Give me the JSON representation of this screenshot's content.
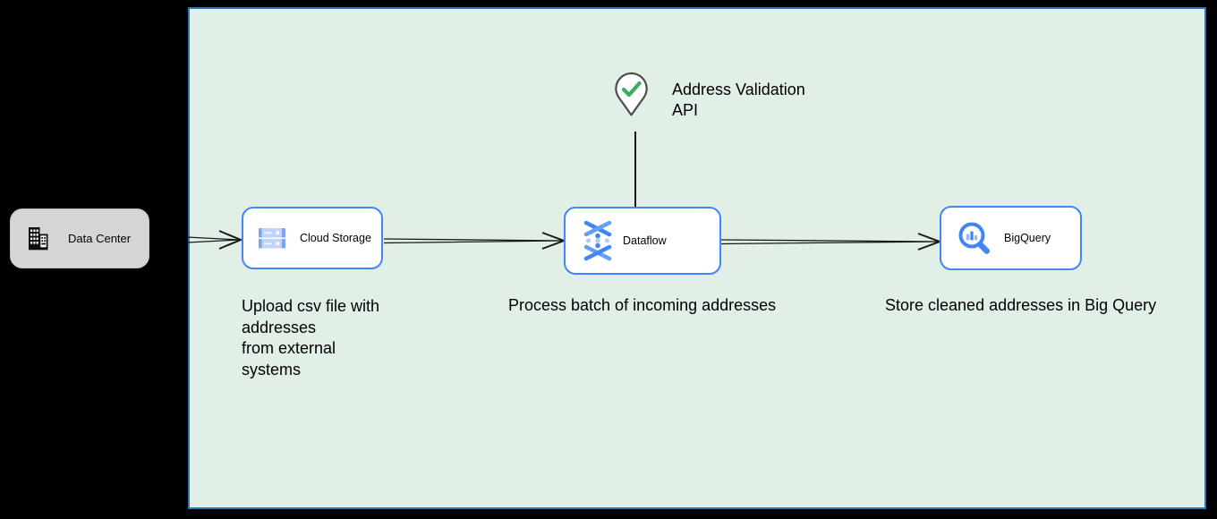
{
  "diagram": {
    "external_node": {
      "label": "Data Center",
      "icon": "building-icon"
    },
    "nodes": [
      {
        "label": "Cloud Storage",
        "icon": "cloud-storage-icon",
        "description": "Upload csv file with\naddresses\nfrom external\nsystems"
      },
      {
        "label": "Dataflow",
        "icon": "dataflow-icon",
        "description": "Process batch of incoming addresses"
      },
      {
        "label": "BigQuery",
        "icon": "bigquery-icon",
        "description": "Store cleaned addresses in Big Query"
      }
    ],
    "annotation": {
      "label": "Address Validation\nAPI",
      "icon": "map-pin-check-icon"
    },
    "edges": [
      {
        "from": "Data Center",
        "to": "Cloud Storage"
      },
      {
        "from": "Cloud Storage",
        "to": "Dataflow"
      },
      {
        "from": "Dataflow",
        "to": "BigQuery"
      },
      {
        "from": "Address Validation API",
        "to": "Dataflow"
      }
    ],
    "colors": {
      "page_background": "#000000",
      "canvas_fill": "#e2efe7",
      "canvas_border": "#2e74b5",
      "node_border": "#4285f4",
      "node_fill": "#ffffff",
      "external_node_fill": "#d5d5d5",
      "icon_blue": "#4285f4",
      "icon_light_blue": "#aecbfa",
      "check_green": "#3cab5c",
      "pin_outline": "#4d4d4d",
      "edge_color": "#1a1a1a",
      "text": "#000000"
    }
  }
}
